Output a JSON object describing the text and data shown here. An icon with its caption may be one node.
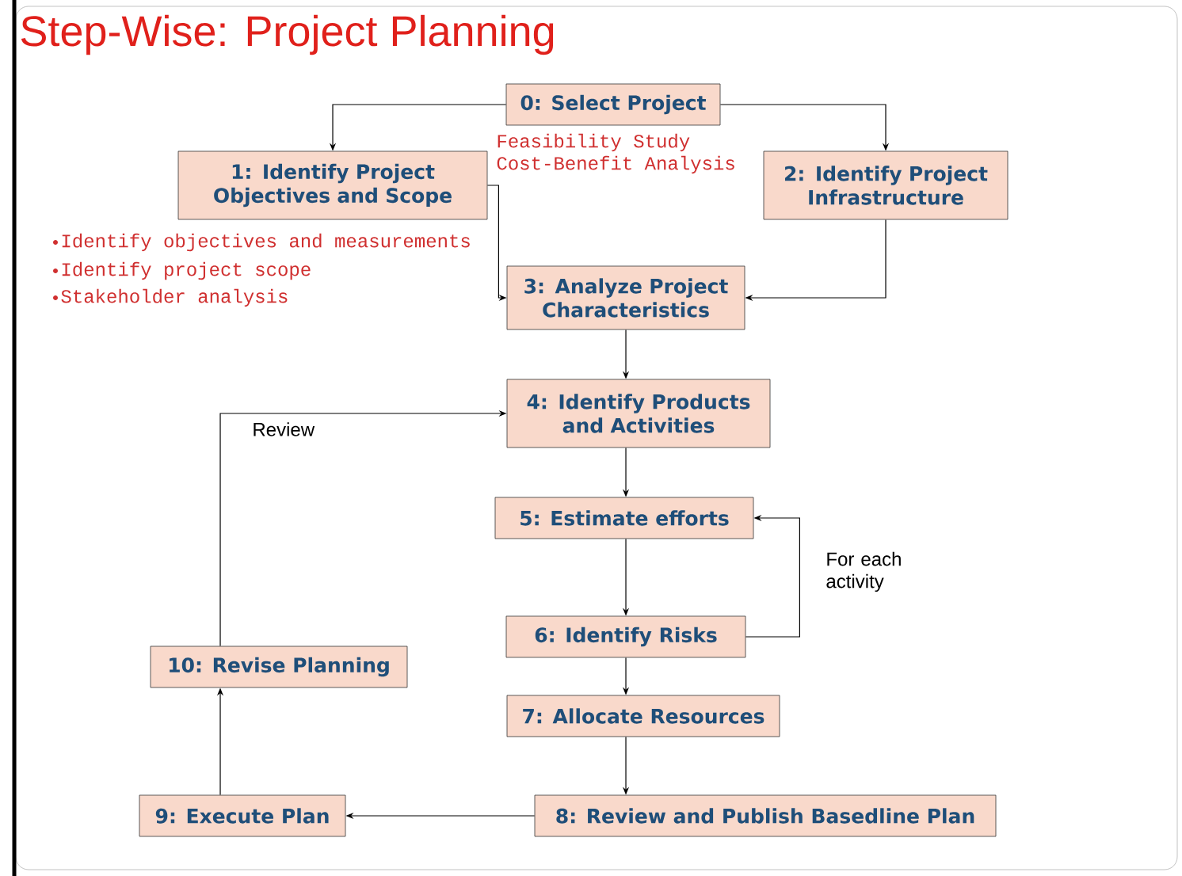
{
  "diagram": {
    "title": "Step-Wise: Project Planning",
    "nodes": [
      {
        "text": [
          "0: Select Project"
        ],
        "beside": [
          "Feasibility Study",
          "Cost-Benefit Analysis"
        ]
      },
      {
        "text": [
          "1: Identify Project Objectives and Scope"
        ],
        "beside": [
          "Identify objectives and measurements",
          "Identify project scope",
          "Stakeholder analysis"
        ]
      },
      {
        "text": [
          "2: Identify Project Infrastructure"
        ]
      },
      {
        "text": [
          "3: Analyze Project Characteristics"
        ]
      },
      {
        "text": [
          "4: Identify Products and Activities"
        ]
      },
      {
        "text": [
          "5: Estimate efforts"
        ]
      },
      {
        "text": [
          "6: Identify Risks"
        ]
      },
      {
        "text": [
          "7: Allocate Resources"
        ]
      },
      {
        "text": [
          "8: Review and Publish Basedline Plan"
        ]
      },
      {
        "text": [
          "9: Execute Plan"
        ]
      },
      {
        "text": [
          "10: Revise Planning"
        ]
      }
    ],
    "edges": [
      {
        "from": 0,
        "to": 1,
        "arrow": "to"
      },
      {
        "from": 0,
        "to": 2,
        "arrow": "to"
      },
      {
        "from": 1,
        "to": 3,
        "arrow": "to"
      },
      {
        "from": 2,
        "to": 3,
        "arrow": "to"
      },
      {
        "from": 3,
        "to": 4,
        "arrow": "to"
      },
      {
        "from": 4,
        "to": 5,
        "arrow": "to"
      },
      {
        "from": 5,
        "to": 6,
        "arrow": "to"
      },
      {
        "from": 6,
        "to": 5,
        "arrow": "to",
        "label": "For each activity"
      },
      {
        "from": 6,
        "to": 7,
        "arrow": "to"
      },
      {
        "from": 7,
        "to": 8,
        "arrow": "to"
      },
      {
        "from": 8,
        "to": 9,
        "arrow": "to"
      },
      {
        "from": 9,
        "to": 10,
        "arrow": "to"
      },
      {
        "from": 10,
        "to": 4,
        "arrow": "to",
        "label": "Review"
      }
    ]
  }
}
